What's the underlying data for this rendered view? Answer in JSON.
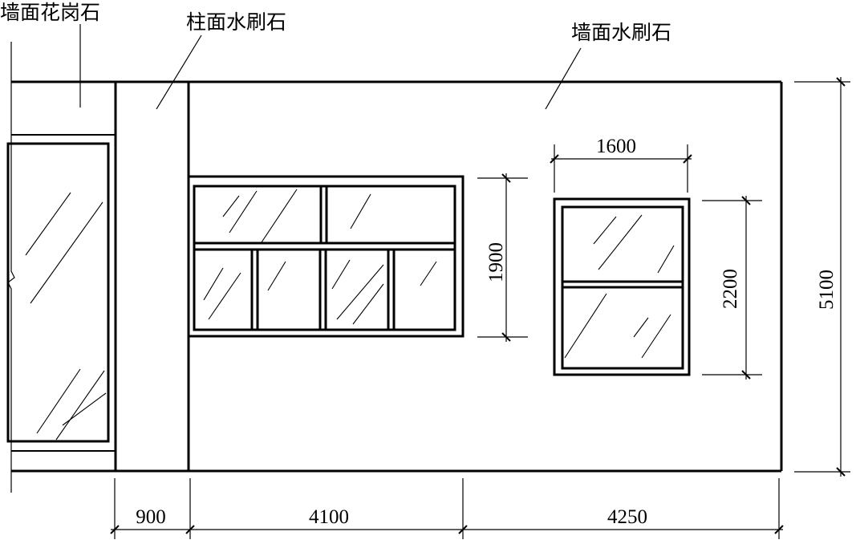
{
  "labels": {
    "wall_granite": "墙面花岗石",
    "column_terrazzo": "柱面水刷石",
    "wall_terrazzo": "墙面水刷石"
  },
  "dimensions": {
    "window_1_width": "1600",
    "window_1_height": "1900",
    "window_2_height": "2200",
    "wall_height": "5100",
    "column_width": "900",
    "bay_1_width": "4100",
    "bay_2_width": "4250"
  },
  "colors": {
    "ink": "#000000",
    "background": "#ffffff"
  }
}
